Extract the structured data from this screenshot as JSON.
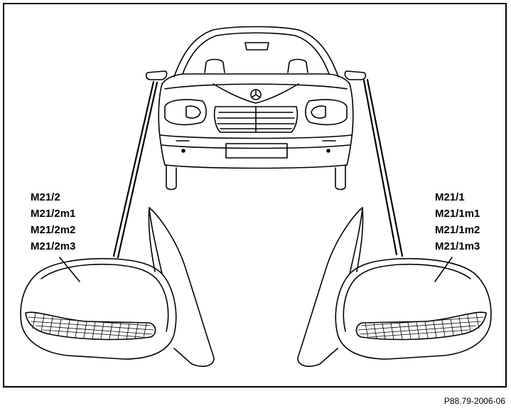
{
  "labels_left": [
    "M21/2",
    "M21/2m1",
    "M21/2m2",
    "M21/2m3"
  ],
  "labels_right": [
    "M21/1",
    "M21/1m1",
    "M21/1m2",
    "M21/1m3"
  ],
  "reference": "P88.79-2006-06"
}
